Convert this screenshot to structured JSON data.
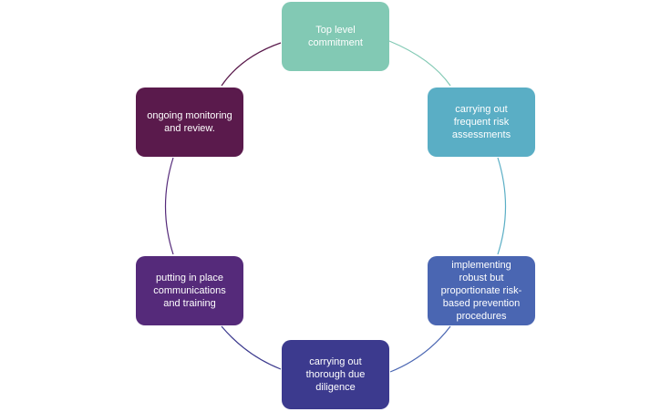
{
  "cycle": {
    "steps": [
      {
        "label": "Top level commitment",
        "color": "#82c9b4"
      },
      {
        "label": "carrying out frequent risk assessments",
        "color": "#5aaec5"
      },
      {
        "label": "implementing robust but proportionate risk-based prevention procedures",
        "color": "#4a66b2"
      },
      {
        "label": "carrying out thorough due diligence",
        "color": "#3c3a8e"
      },
      {
        "label": "putting in place communications and training",
        "color": "#552a7a"
      },
      {
        "label": "ongoing monitoring and review.",
        "color": "#5a1a4c"
      }
    ]
  }
}
